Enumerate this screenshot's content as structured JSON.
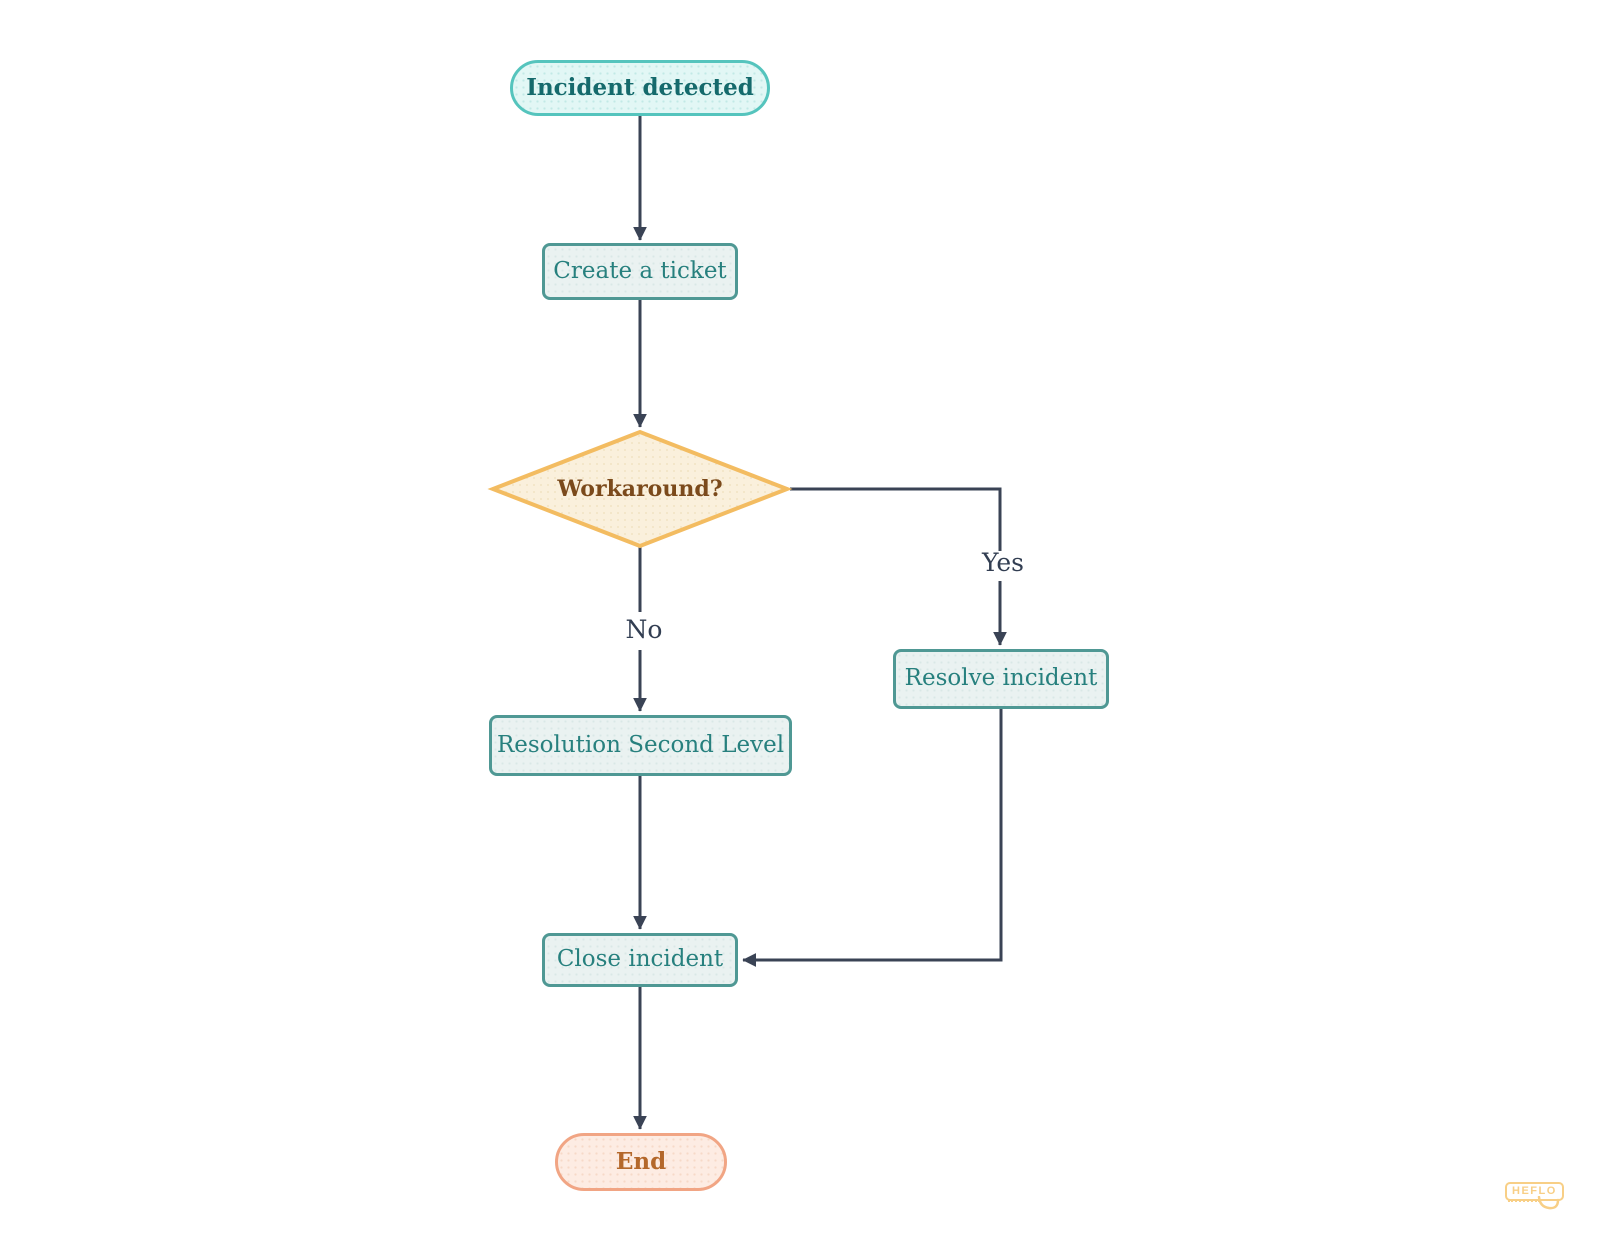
{
  "diagram": {
    "nodes": {
      "start": {
        "label": "Incident detected"
      },
      "create_ticket": {
        "label": "Create a ticket"
      },
      "workaround": {
        "label": "Workaround?"
      },
      "resolve_incident": {
        "label": "Resolve incident"
      },
      "resolution_second_level": {
        "label": "Resolution Second Level"
      },
      "close_incident": {
        "label": "Close incident"
      },
      "end": {
        "label": "End"
      }
    },
    "edge_labels": {
      "yes": "Yes",
      "no": "No"
    },
    "colors": {
      "connector": "#3a4355",
      "start_fill": "#e2f7f5",
      "start_border": "#55c4bd",
      "start_text": "#156a6c",
      "task_fill": "#eaf2f1",
      "task_border": "#4f9894",
      "task_text": "#27807e",
      "decision_fill": "#faf0dc",
      "decision_border": "#f3bc61",
      "decision_text": "#7b4a1b",
      "end_fill": "#fdece3",
      "end_border": "#f1a584",
      "end_text": "#b4682b"
    }
  },
  "watermark": {
    "text": "HEFLO"
  }
}
